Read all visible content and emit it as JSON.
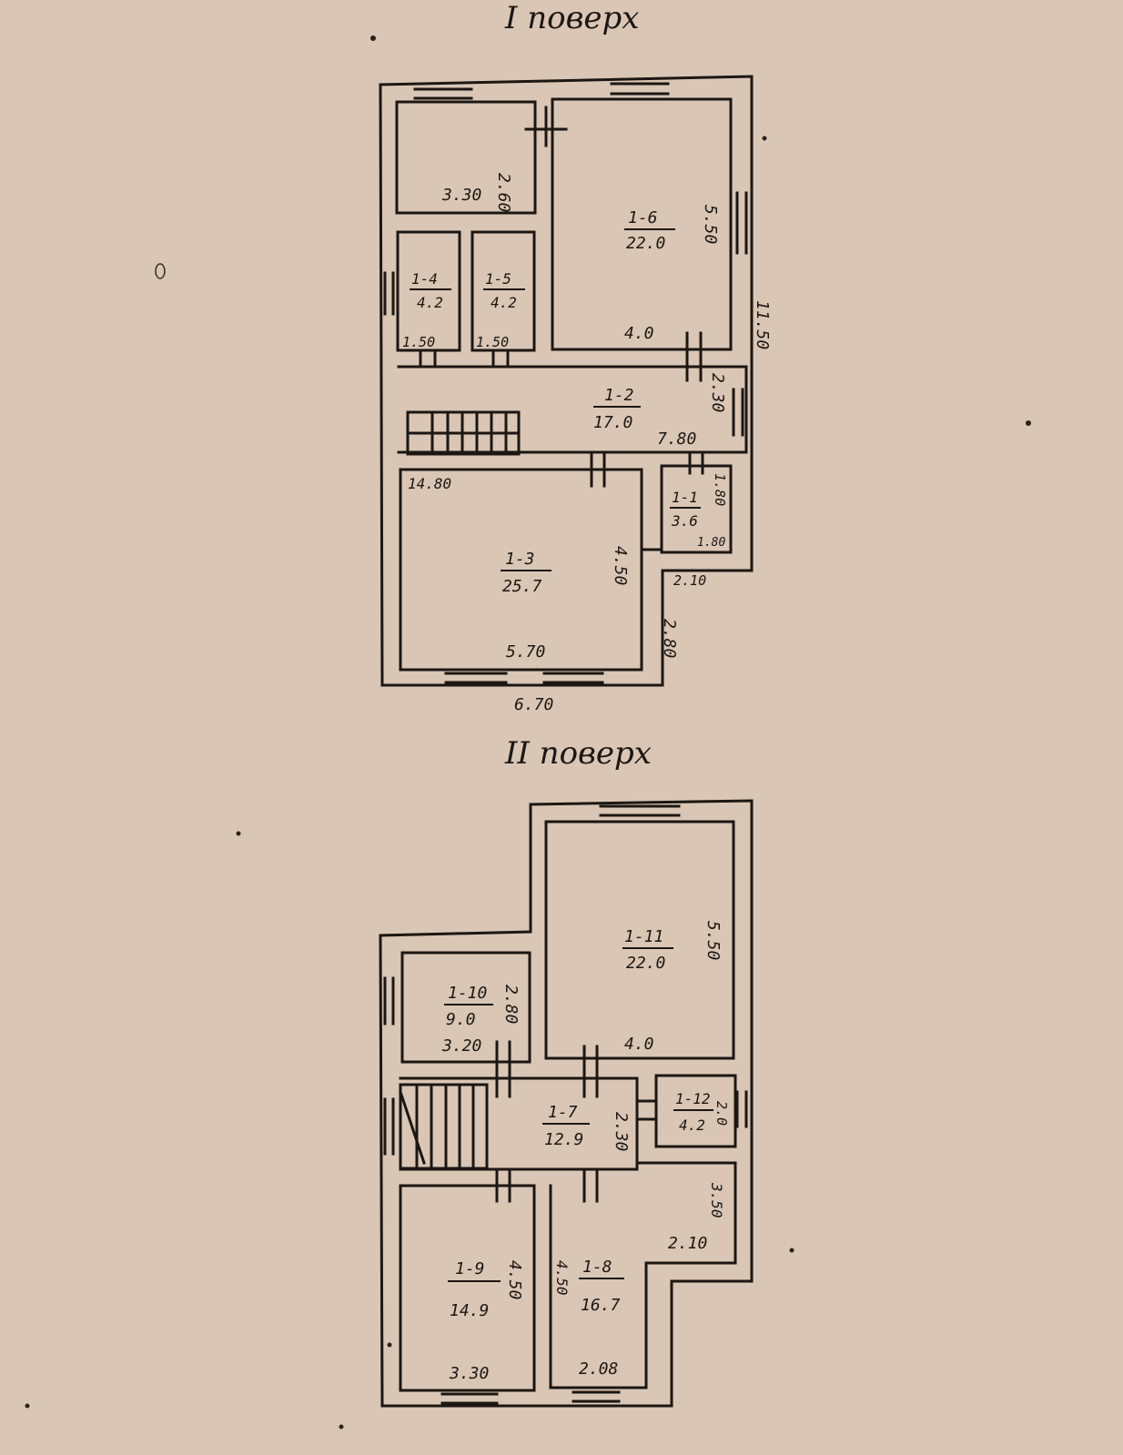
{
  "floors": [
    {
      "title": "I поверх",
      "rooms": [
        {
          "id": "",
          "area": "",
          "dims": [
            "3.30",
            "2.60"
          ]
        },
        {
          "id": "1-6",
          "area": "22.0",
          "dims": [
            "5.50",
            "4.0"
          ]
        },
        {
          "id": "1-4",
          "area": "4.2",
          "dims": [
            "1.50"
          ]
        },
        {
          "id": "1-5",
          "area": "4.2",
          "dims": [
            "1.50"
          ]
        },
        {
          "id": "1-2",
          "area": "17.0",
          "dims": [
            "7.80",
            "2.30"
          ]
        },
        {
          "id": "1-1",
          "area": "3.6",
          "dims": [
            "1.80",
            "1.80"
          ]
        },
        {
          "id": "1-3",
          "area": "25.7",
          "dims": [
            "4.50",
            "5.70"
          ]
        }
      ],
      "extra_dims": [
        "11.50",
        "14.80",
        "2.10",
        "2.80",
        "6.70"
      ]
    },
    {
      "title": "II поверх",
      "rooms": [
        {
          "id": "1-11",
          "area": "22.0",
          "dims": [
            "5.50",
            "4.0"
          ]
        },
        {
          "id": "1-10",
          "area": "9.0",
          "dims": [
            "2.80",
            "3.20"
          ]
        },
        {
          "id": "1-7",
          "area": "12.9",
          "dims": [
            "2.30"
          ]
        },
        {
          "id": "1-12",
          "area": "4.2",
          "dims": [
            "2.0"
          ]
        },
        {
          "id": "1-9",
          "area": "14.9",
          "dims": [
            "4.50",
            "3.30"
          ]
        },
        {
          "id": "1-8",
          "area": "16.7",
          "dims": [
            "4.50",
            "2.08",
            "3.50",
            "2.10"
          ]
        }
      ]
    }
  ]
}
